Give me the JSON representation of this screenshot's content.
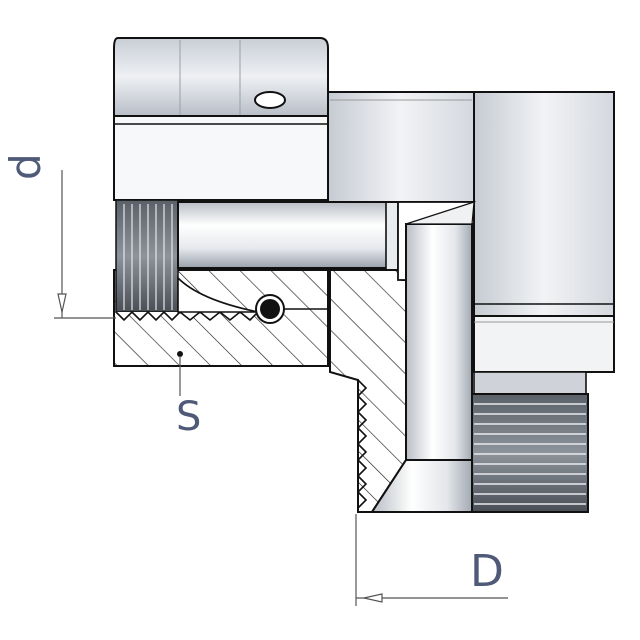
{
  "labels": {
    "d": "d",
    "s": "S",
    "D": "D"
  },
  "colors": {
    "outline": "#111111",
    "metal_light": "#f4f5f7",
    "metal_mid": "#d7dbe1",
    "metal_dark": "#a9afb8",
    "hatch": "#222222",
    "dimension": "#555555",
    "label": "#4f5a78"
  }
}
